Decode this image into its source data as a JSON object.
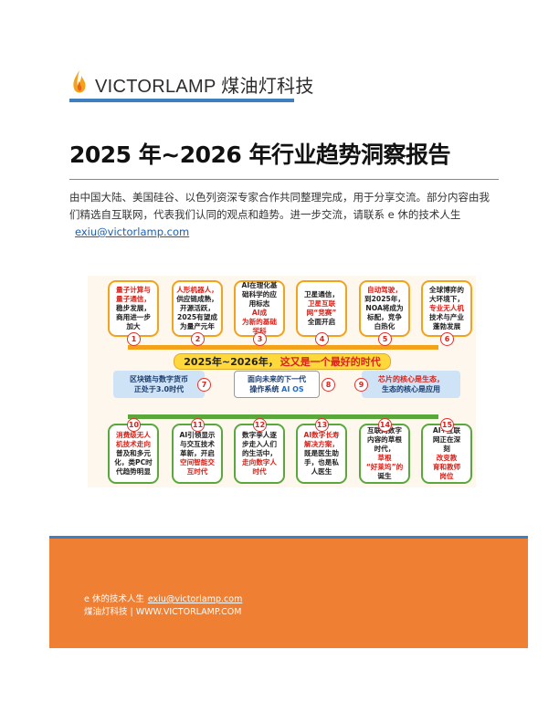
{
  "header": {
    "brand_name": "VICTORLAMP 煤油灯科技"
  },
  "document": {
    "title": "2025 年~2026 年行业趋势洞察报告",
    "intro_text": "由中国大陆、美国硅谷、以色列资深专家合作共同整理完成，用于分享交流。部分内容由我们精选自互联网，代表我们认同的观点和趋势。进一步交流，请联系 e 休的技术人生",
    "contact_email": "exiu@victorlamp.com"
  },
  "infographic": {
    "banner_prefix": "2025年~2026年，",
    "banner_highlight": "这又是一个最好的时代",
    "top_items": [
      {
        "num": "1",
        "lines": [
          [
            "量子计算与",
            "r"
          ],
          [
            "量子通信，",
            "r"
          ],
          [
            "稳步发展，",
            ""
          ],
          [
            "商用进一步",
            ""
          ],
          [
            "加大",
            ""
          ]
        ]
      },
      {
        "num": "2",
        "lines": [
          [
            "人形机器人，",
            "r"
          ],
          [
            "供应链成熟，",
            ""
          ],
          [
            "开源活跃，",
            ""
          ],
          [
            "2025有望成",
            ""
          ],
          [
            "为量产元年",
            ""
          ]
        ]
      },
      {
        "num": "3",
        "lines": [
          [
            "AI在理化基",
            ""
          ],
          [
            "础科学的应",
            ""
          ],
          [
            "用标志",
            ""
          ],
          [
            "AI成",
            "r"
          ],
          [
            "为新的基础",
            "r"
          ],
          [
            "学科",
            "r"
          ]
        ]
      },
      {
        "num": "4",
        "lines": [
          [
            "卫星通信，",
            ""
          ],
          [
            "卫星互联",
            "r"
          ],
          [
            "网“竞赛”",
            "r"
          ],
          [
            "全面开启",
            ""
          ]
        ]
      },
      {
        "num": "5",
        "lines": [
          [
            "自动驾驶，",
            "r"
          ],
          [
            "到2025年，",
            ""
          ],
          [
            "NOA将成为",
            ""
          ],
          [
            "标配，竞争",
            ""
          ],
          [
            "白热化",
            ""
          ]
        ]
      },
      {
        "num": "6",
        "lines": [
          [
            "全球博弈的",
            ""
          ],
          [
            "大环境下，",
            ""
          ],
          [
            "专业无人机",
            "r"
          ],
          [
            "技术与产业",
            ""
          ],
          [
            "蓬勃发展",
            ""
          ]
        ]
      }
    ],
    "middle_items": [
      {
        "num": "7",
        "line1": "区块链与数字货币",
        "line2": "正处于3.0时代"
      },
      {
        "num": "8",
        "line1": "面向未来的下一代",
        "line2_prefix": "操作系统",
        "line2_highlight": "AI OS"
      },
      {
        "num": "9",
        "line1": "芯片的核心是生态，",
        "line2": "生态的核心是应用"
      }
    ],
    "bottom_items": [
      {
        "num": "10",
        "lines": [
          [
            "消费级无人",
            "r"
          ],
          [
            "机技术走向",
            "r"
          ],
          [
            "普及和多元",
            ""
          ],
          [
            "化，类PC时",
            ""
          ],
          [
            "代趋势明显",
            ""
          ]
        ]
      },
      {
        "num": "11",
        "lines": [
          [
            "AI引领显示",
            ""
          ],
          [
            "与交互技术",
            ""
          ],
          [
            "革新，开启",
            ""
          ],
          [
            "空间智能交",
            "r"
          ],
          [
            "互时代",
            "r"
          ]
        ]
      },
      {
        "num": "12",
        "lines": [
          [
            "数字孪人逐",
            ""
          ],
          [
            "步走入人们",
            ""
          ],
          [
            "的生活中，",
            ""
          ],
          [
            "走向数字人",
            "r"
          ],
          [
            "时代",
            "r"
          ]
        ]
      },
      {
        "num": "13",
        "lines": [
          [
            "AI数字长寿",
            "r"
          ],
          [
            "解决方案，",
            "r"
          ],
          [
            "既是医生助",
            ""
          ],
          [
            "手，也是私",
            ""
          ],
          [
            "人医生",
            ""
          ]
        ]
      },
      {
        "num": "14",
        "lines": [
          [
            "互联网数字",
            ""
          ],
          [
            "内容的草根",
            ""
          ],
          [
            "时代，",
            ""
          ],
          [
            "草根",
            "r"
          ],
          [
            "“好莱坞”的",
            "r"
          ],
          [
            "诞生",
            ""
          ]
        ]
      },
      {
        "num": "15",
        "lines": [
          [
            "AI+互联",
            ""
          ],
          [
            "网正在深",
            ""
          ],
          [
            "刻",
            ""
          ],
          [
            "改变教",
            "r"
          ],
          [
            "育和教师",
            "r"
          ],
          [
            "岗位",
            "r"
          ]
        ]
      }
    ]
  },
  "footer": {
    "contact_label": "e 休的技术人生",
    "contact_email": "exiu@victorlamp.com",
    "company_line": "煤油灯科技 | WWW.VICTORLAMP.COM"
  },
  "colors": {
    "accent_blue": "#3f7fc0",
    "footer_orange": "#ef7f32",
    "highlight_red": "#d8231b",
    "frame_orange": "#f3a21a",
    "frame_green": "#5aa83c"
  }
}
